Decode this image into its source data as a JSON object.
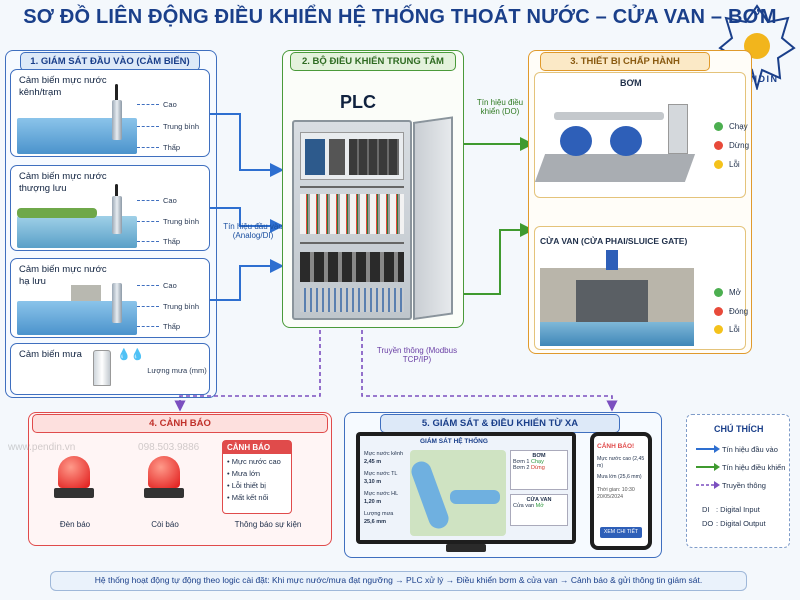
{
  "title": "SƠ ĐỒ LIÊN ĐỘNG ĐIỀU KHIỂN HỆ THỐNG THOÁT NƯỚC – CỬA VAN – BƠM",
  "logo_text": "PENDIN",
  "colors": {
    "blue": "#3f6fbf",
    "green": "#4a9a3a",
    "orange": "#e09a2c",
    "red": "#e04b4b",
    "navy": "#1a3f8a",
    "purple": "#7b4fbf"
  },
  "section1": {
    "heading": "1. GIÁM SÁT ĐẦU VÀO (CẢM BIẾN)",
    "cards": [
      {
        "label": "Cảm biến mực nước kênh/trạm",
        "levels": [
          "Cao",
          "Trung bình",
          "Thấp"
        ]
      },
      {
        "label": "Cảm biến mực nước thượng lưu",
        "levels": [
          "Cao",
          "Trung bình",
          "Thấp"
        ]
      },
      {
        "label": "Cảm biến mực nước hạ lưu",
        "levels": [
          "Cao",
          "Trung bình",
          "Thấp"
        ]
      }
    ],
    "rain": {
      "label": "Cảm biến mưa",
      "value": "Lượng mưa (mm)"
    }
  },
  "input_signal": "Tín hiệu đầu vào (Analog/DI)",
  "section2": {
    "heading": "2. BỘ ĐIỀU KHIỂN TRUNG TÂM",
    "plc": "PLC"
  },
  "control_signal": "Tín hiệu điều khiển (DO)",
  "comm_label": "Truyền thông (Modbus TCP/IP)",
  "section3": {
    "heading": "3. THIẾT BỊ CHẤP HÀNH",
    "pump": {
      "title": "BƠM",
      "states": [
        "Chạy",
        "Dừng",
        "Lỗi"
      ]
    },
    "gate": {
      "title": "CỬA VAN (CỬA PHAI/SLUICE GATE)",
      "states": [
        "Mở",
        "Đóng",
        "Lỗi"
      ]
    }
  },
  "section4": {
    "heading": "4. CẢNH BÁO",
    "light": "Đèn báo",
    "horn": "Còi báo",
    "alert_box": {
      "title": "CẢNH BÁO",
      "items": [
        "Mực nước cao",
        "Mưa lớn",
        "Lỗi thiết bị",
        "Mất kết nối"
      ]
    },
    "event": "Thông báo sự kiện"
  },
  "section5": {
    "heading": "5. GIÁM SÁT & ĐIỀU KHIỂN TỪ XA",
    "scada_title": "GIÁM SÁT HỆ THỐNG",
    "readings": [
      {
        "label": "Mực nước kênh",
        "value": "2,45 m"
      },
      {
        "label": "Mực nước TL",
        "value": "3,10 m"
      },
      {
        "label": "Mực nước HL",
        "value": "1,20 m"
      },
      {
        "label": "Lượng mưa",
        "value": "25,6 mm"
      }
    ],
    "pump_panel": {
      "title": "BƠM",
      "rows": [
        {
          "name": "Bơm 1",
          "state": "Chạy"
        },
        {
          "name": "Bơm 2",
          "state": "Dừng"
        }
      ]
    },
    "gate_panel": {
      "title": "CỬA VAN",
      "rows": [
        {
          "name": "Cửa van",
          "state": "Mở"
        }
      ]
    },
    "phone": {
      "title": "CẢNH BÁO!",
      "l1": "Mực nước cao (2,45 m)",
      "l2": "Mưa lớn (25,6 mm)",
      "time": "Thời gian: 10:30 20/05/2024",
      "button": "XEM CHI TIẾT"
    }
  },
  "legend": {
    "title": "CHÚ THÍCH",
    "items": [
      "Tín hiệu đầu vào",
      "Tín hiệu điều khiển",
      "Truyền thông"
    ],
    "abbr": [
      {
        "k": "DI",
        "v": ": Digital Input"
      },
      {
        "k": "DO",
        "v": ": Digital Output"
      }
    ]
  },
  "watermark": {
    "site": "www.pendin.vn",
    "phone": "098.503.9886"
  },
  "footer": "Hệ thống hoạt động tự động theo logic cài đặt: Khi mực nước/mưa đạt ngưỡng → PLC xử lý → Điều khiển bơm & cửa van → Cảnh báo & gửi thông tin giám sát."
}
